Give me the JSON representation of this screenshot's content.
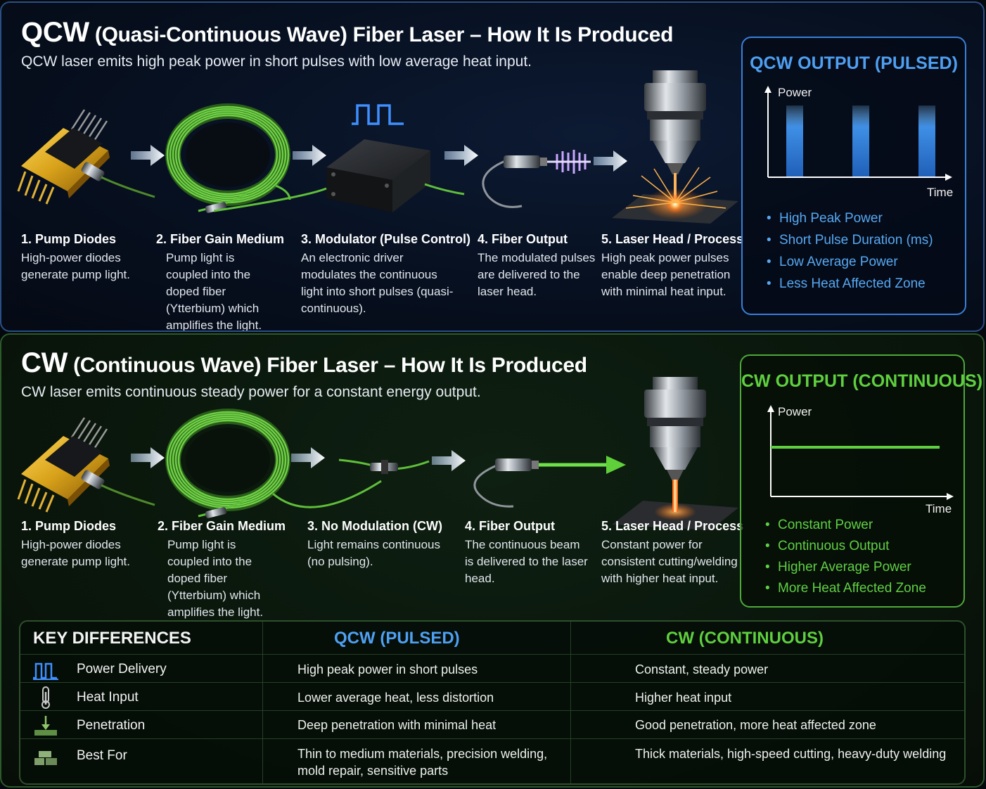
{
  "qcw": {
    "title_prefix": "QCW",
    "title_rest": "(Quasi-Continuous Wave) Fiber Laser – How It Is Produced",
    "subtitle": "QCW laser emits high peak power in short pulses with low average heat input.",
    "steps": [
      {
        "title": "1. Pump Diodes",
        "desc": "High-power diodes generate pump light."
      },
      {
        "title": "2. Fiber Gain Medium",
        "desc": "Pump light is coupled into the doped fiber (Ytterbium) which amplifies the light."
      },
      {
        "title": "3. Modulator (Pulse Control)",
        "desc": "An electronic driver modulates the continuous light into short pulses (quasi-continuous)."
      },
      {
        "title": "4. Fiber Output",
        "desc": "The modulated pulses are delivered to the laser head."
      },
      {
        "title": "5. Laser Head / Process",
        "desc": "High peak power pulses enable deep penetration with minimal heat input."
      }
    ],
    "output": {
      "title": "QCW OUTPUT (PULSED)",
      "y_label": "Power",
      "x_label": "Time",
      "bullets": [
        "High Peak Power",
        "Short Pulse Duration (ms)",
        "Low Average Power",
        "Less Heat Affected Zone"
      ]
    }
  },
  "cw": {
    "title_prefix": "CW",
    "title_rest": "(Continuous Wave) Fiber Laser – How It Is Produced",
    "subtitle": "CW laser emits continuous steady power for a constant energy output.",
    "steps": [
      {
        "title": "1. Pump Diodes",
        "desc": "High-power diodes generate pump light."
      },
      {
        "title": "2. Fiber Gain Medium",
        "desc": "Pump light is coupled into the doped fiber (Ytterbium) which amplifies the light."
      },
      {
        "title": "3. No Modulation (CW)",
        "desc": "Light remains continuous (no pulsing)."
      },
      {
        "title": "4. Fiber Output",
        "desc": "The continuous beam is delivered to the laser head."
      },
      {
        "title": "5. Laser Head / Process",
        "desc": "Constant power for consistent cutting/welding with higher heat input."
      }
    ],
    "output": {
      "title": "CW OUTPUT (CONTINUOUS)",
      "y_label": "Power",
      "x_label": "Time",
      "bullets": [
        "Constant Power",
        "Continuous Output",
        "Higher Average Power",
        "More Heat Affected Zone"
      ]
    }
  },
  "key_differences": {
    "header": "KEY DIFFERENCES",
    "col_qcw": "QCW (PULSED)",
    "col_cw": "CW (CONTINUOUS)",
    "rows": [
      {
        "label": "Power Delivery",
        "icon": "pulse-icon",
        "qcw": "High peak power in short pulses",
        "cw": "Constant, steady power"
      },
      {
        "label": "Heat Input",
        "icon": "thermometer-icon",
        "qcw": "Lower average heat, less distortion",
        "cw": "Higher heat input"
      },
      {
        "label": "Penetration",
        "icon": "penetration-icon",
        "qcw": "Deep penetration with minimal heat",
        "cw": "Good penetration, more heat affected zone"
      },
      {
        "label": "Best For",
        "icon": "materials-icon",
        "qcw": "Thin to medium materials, precision welding, mold repair, sensitive parts",
        "cw": "Thick materials, high-speed cutting, heavy-duty welding"
      }
    ]
  },
  "colors": {
    "qcw_accent": "#4fa0f2",
    "cw_accent": "#5fcf3f",
    "fiber_green": "#5fbf3a",
    "beam_orange": "#ff7a1a"
  }
}
